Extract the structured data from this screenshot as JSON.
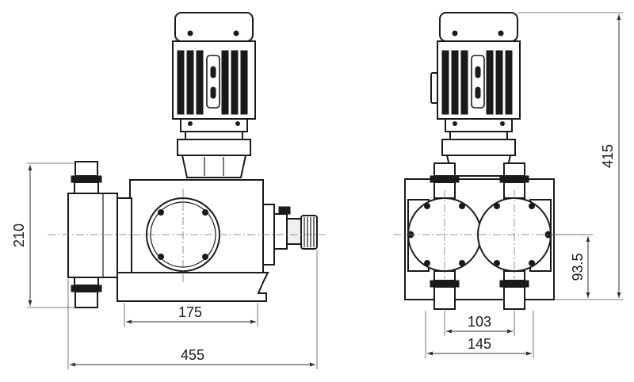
{
  "dimensions": {
    "height_left": "210",
    "base_width": "175",
    "overall_width": "455",
    "overall_height": "415",
    "outlet_height": "93.5",
    "outlet_spacing": "103",
    "base_spacing": "145"
  }
}
